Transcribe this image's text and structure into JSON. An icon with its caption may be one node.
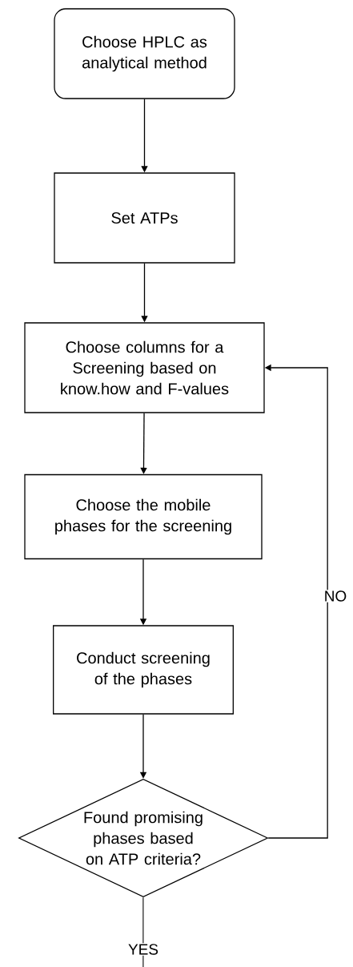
{
  "diagram": {
    "nodes": [
      {
        "text": [
          "Choose HPLC as analytical method"
        ]
      },
      {
        "text": [
          "Set ATPs"
        ]
      },
      {
        "text": [
          "Choose columns for a Screening based on know.how and F-values"
        ]
      },
      {
        "text": [
          "Choose the mobile phases for the screening"
        ]
      },
      {
        "text": [
          "Conduct screening of the phases"
        ]
      },
      {
        "text": [
          "Found promising phases based on ATP criteria?"
        ]
      }
    ],
    "edges": [
      {
        "from": 0,
        "to": 1,
        "arrow": "to"
      },
      {
        "from": 1,
        "to": 2,
        "arrow": "to"
      },
      {
        "from": 2,
        "to": 3,
        "arrow": "to"
      },
      {
        "from": 3,
        "to": 4,
        "arrow": "to"
      },
      {
        "from": 4,
        "to": 5,
        "arrow": "to"
      },
      {
        "from": 5,
        "to": 2,
        "arrow": "to",
        "label": "NO"
      },
      {
        "from": 5,
        "to": null,
        "arrow": "none",
        "label": "YES"
      }
    ]
  }
}
